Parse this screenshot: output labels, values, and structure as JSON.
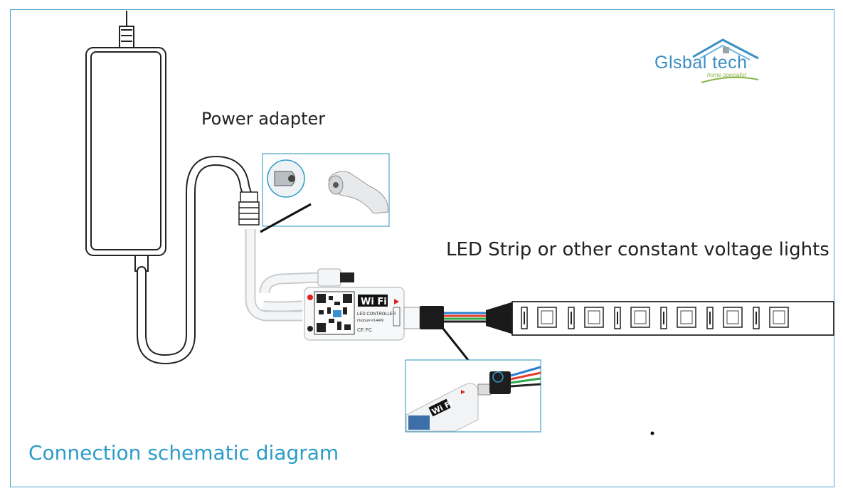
{
  "labels": {
    "power_adapter": "Power adapter",
    "led_strip": "LED Strip or other constant voltage lights",
    "caption": "Connection schematic diagram"
  },
  "logo": {
    "word": "Glsbal tech",
    "tagline": "home specialist"
  },
  "controller": {
    "badge": "Wi Fi",
    "label": "LED CONTROLLER",
    "output": "Output<=144W"
  },
  "colors": {
    "frame": "#4aa3c8",
    "caption": "#2c9cc9",
    "logo": "#3b8fc2",
    "logo_tag": "#8ab34a"
  }
}
